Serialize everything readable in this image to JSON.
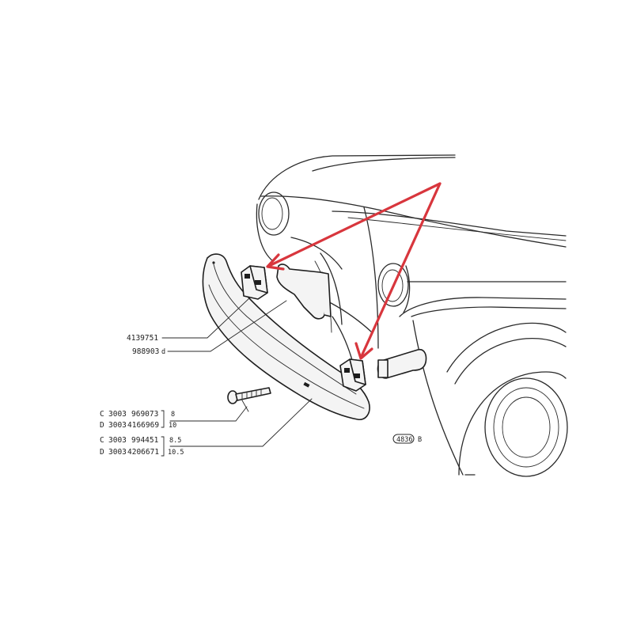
{
  "accent_color": "#d8363d",
  "callouts": {
    "a_number": "4139751",
    "b_number": "988903",
    "b_suffix": "d"
  },
  "table": {
    "rows": [
      {
        "letter": "C",
        "code": "3003",
        "part": "969073",
        "size": "8"
      },
      {
        "letter": "D",
        "code": "3003",
        "part": "4166969",
        "size": "10"
      },
      {
        "letter": "C",
        "code": "3003",
        "part": "994451",
        "size": "8.5"
      },
      {
        "letter": "D",
        "code": "3003",
        "part": "4206671",
        "size": "10.5"
      }
    ]
  },
  "figure_tag": {
    "number": "4836",
    "letter": "B"
  }
}
